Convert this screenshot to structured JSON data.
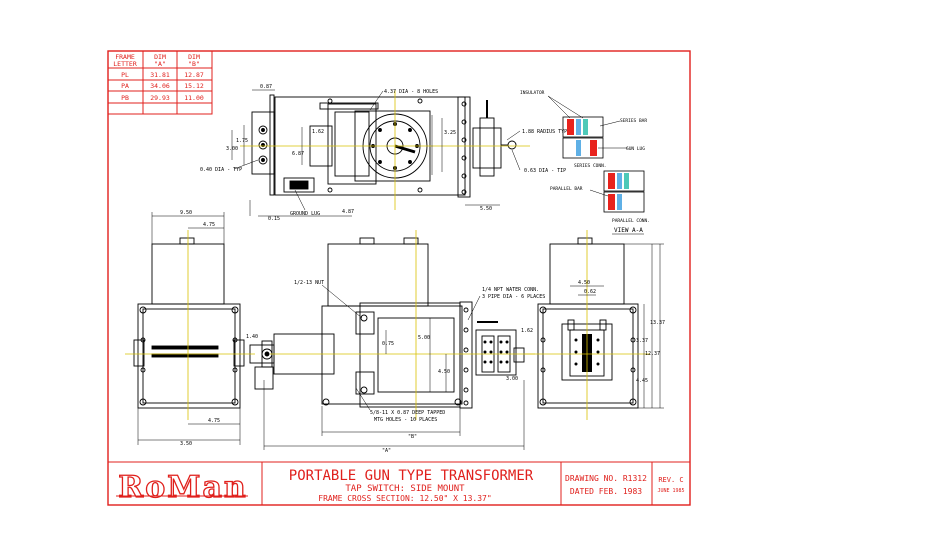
{
  "frame_table": {
    "headers": [
      [
        "FRAME",
        "LETTER"
      ],
      [
        "DIM",
        "\"A\""
      ],
      [
        "DIM",
        "\"B\""
      ]
    ],
    "rows": [
      [
        "PL",
        "31.81",
        "12.87"
      ],
      [
        "PA",
        "34.06",
        "15.12"
      ],
      [
        "PB",
        "29.93",
        "11.00"
      ]
    ]
  },
  "title_block": {
    "logo_text": "RoMan",
    "title": "PORTABLE GUN TYPE TRANSFORMER",
    "subtitle": "TAP SWITCH: SIDE MOUNT",
    "section": "FRAME CROSS SECTION: 12.50\" X 13.37\"",
    "drawing_no": "DRAWING NO. R1312",
    "date": "DATED FEB. 1983",
    "rev": "REV. C",
    "rev_date": "JUNE 1985"
  },
  "annotations": {
    "holes": "4.37 DIA - 8 HOLES",
    "radius": "1.88 RADIUS TYP",
    "dia_tip": "0.63 DIA - TIP",
    "dia_typ": "0.40 DIA - TYP",
    "ground_lug": "GROUND LUG",
    "nut": "1/2-13 NUT",
    "water_conn": "1/4 NPT WATER CONN.",
    "hole_places": "3 PIPE DIA - 6 PLACES",
    "bolt": "5/8-11 X 0.87 DEEP TAPPED",
    "mtg": "MTG HOLES - 10 PLACES",
    "dim_a": "\"A\"",
    "dim_b": "\"B\""
  },
  "view_aa": {
    "insulator": "INSULATOR",
    "series_bar": "SERIES BAR",
    "series_conn": "SERIES CONN.",
    "gun_lug": "GUN LUG",
    "parallel_bar": "PARALLEL BAR",
    "parallel_conn": "PARALLEL CONN.",
    "caption": "VIEW A-A"
  },
  "dimensions": {
    "top_1": "0.87",
    "top_2": "4.87",
    "top_3": "3.25",
    "top_4": "5.50",
    "top_5": "6.87",
    "top_6": "1.75",
    "top_7": "3.00",
    "top_8": "1.62",
    "top_9": "0.15",
    "left_1": "9.50",
    "left_2": "4.75",
    "left_3": "1.40",
    "left_4": "4.75",
    "left_5": "3.50",
    "mid_1": "5.00",
    "mid_2": "4.50",
    "mid_3": "0.75",
    "mid_4": "1.62",
    "mid_5": "3.00",
    "right_1": "4.50",
    "right_2": "0.62",
    "right_3": "12.37",
    "right_4": "13.37",
    "right_5": "3.37",
    "right_6": "4.45"
  },
  "colors": {
    "frame": "#e0201c",
    "line": "#000000",
    "center": "#d9c100",
    "accent_red": "#e8231d",
    "accent_blue": "#5fb0e6",
    "accent_teal": "#4ec9b8"
  }
}
